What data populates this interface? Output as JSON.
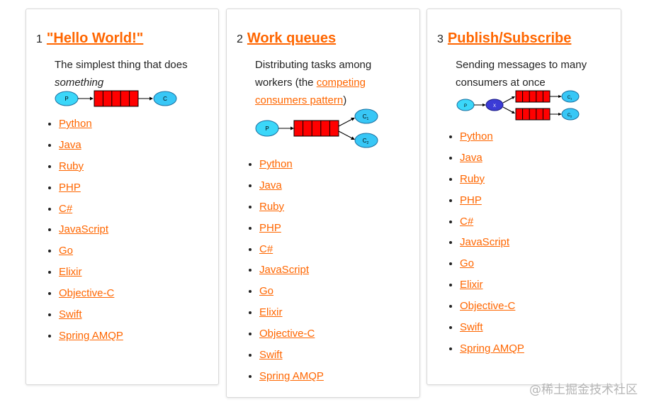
{
  "cards": [
    {
      "number": "1",
      "title": "\"Hello World!\"",
      "description_text": "The simplest thing that does",
      "description_em": "something",
      "diagram": {
        "producer": "P",
        "consumer": "C"
      },
      "languages": [
        "Python",
        "Java",
        "Ruby",
        "PHP",
        "C#",
        "JavaScript",
        "Go",
        "Elixir",
        "Objective-C",
        "Swift",
        "Spring AMQP"
      ]
    },
    {
      "number": "2",
      "title": "Work queues",
      "description_prefix": "Distributing tasks among workers (the ",
      "description_link": "competing consumers pattern",
      "description_suffix": ")",
      "diagram": {
        "producer": "P",
        "consumer1": "C",
        "consumer1_sub": "1",
        "consumer2": "C",
        "consumer2_sub": "2"
      },
      "languages": [
        "Python",
        "Java",
        "Ruby",
        "PHP",
        "C#",
        "JavaScript",
        "Go",
        "Elixir",
        "Objective-C",
        "Swift",
        "Spring AMQP"
      ]
    },
    {
      "number": "3",
      "title": "Publish/Subscribe",
      "description_text": "Sending messages to many consumers at once",
      "diagram": {
        "producer": "P",
        "exchange": "X",
        "consumer1": "C",
        "consumer1_sub": "1",
        "consumer2": "C",
        "consumer2_sub": "2"
      },
      "languages": [
        "Python",
        "Java",
        "Ruby",
        "PHP",
        "C#",
        "JavaScript",
        "Go",
        "Elixir",
        "Objective-C",
        "Swift",
        "Spring AMQP"
      ]
    }
  ],
  "watermark": "@稀土掘金技术社区",
  "colors": {
    "link": "#ff6600",
    "producer": "#3bd7f9",
    "queue": "#ff0000",
    "consumer": "#38c7f6",
    "exchange": "#3b3bd6"
  }
}
